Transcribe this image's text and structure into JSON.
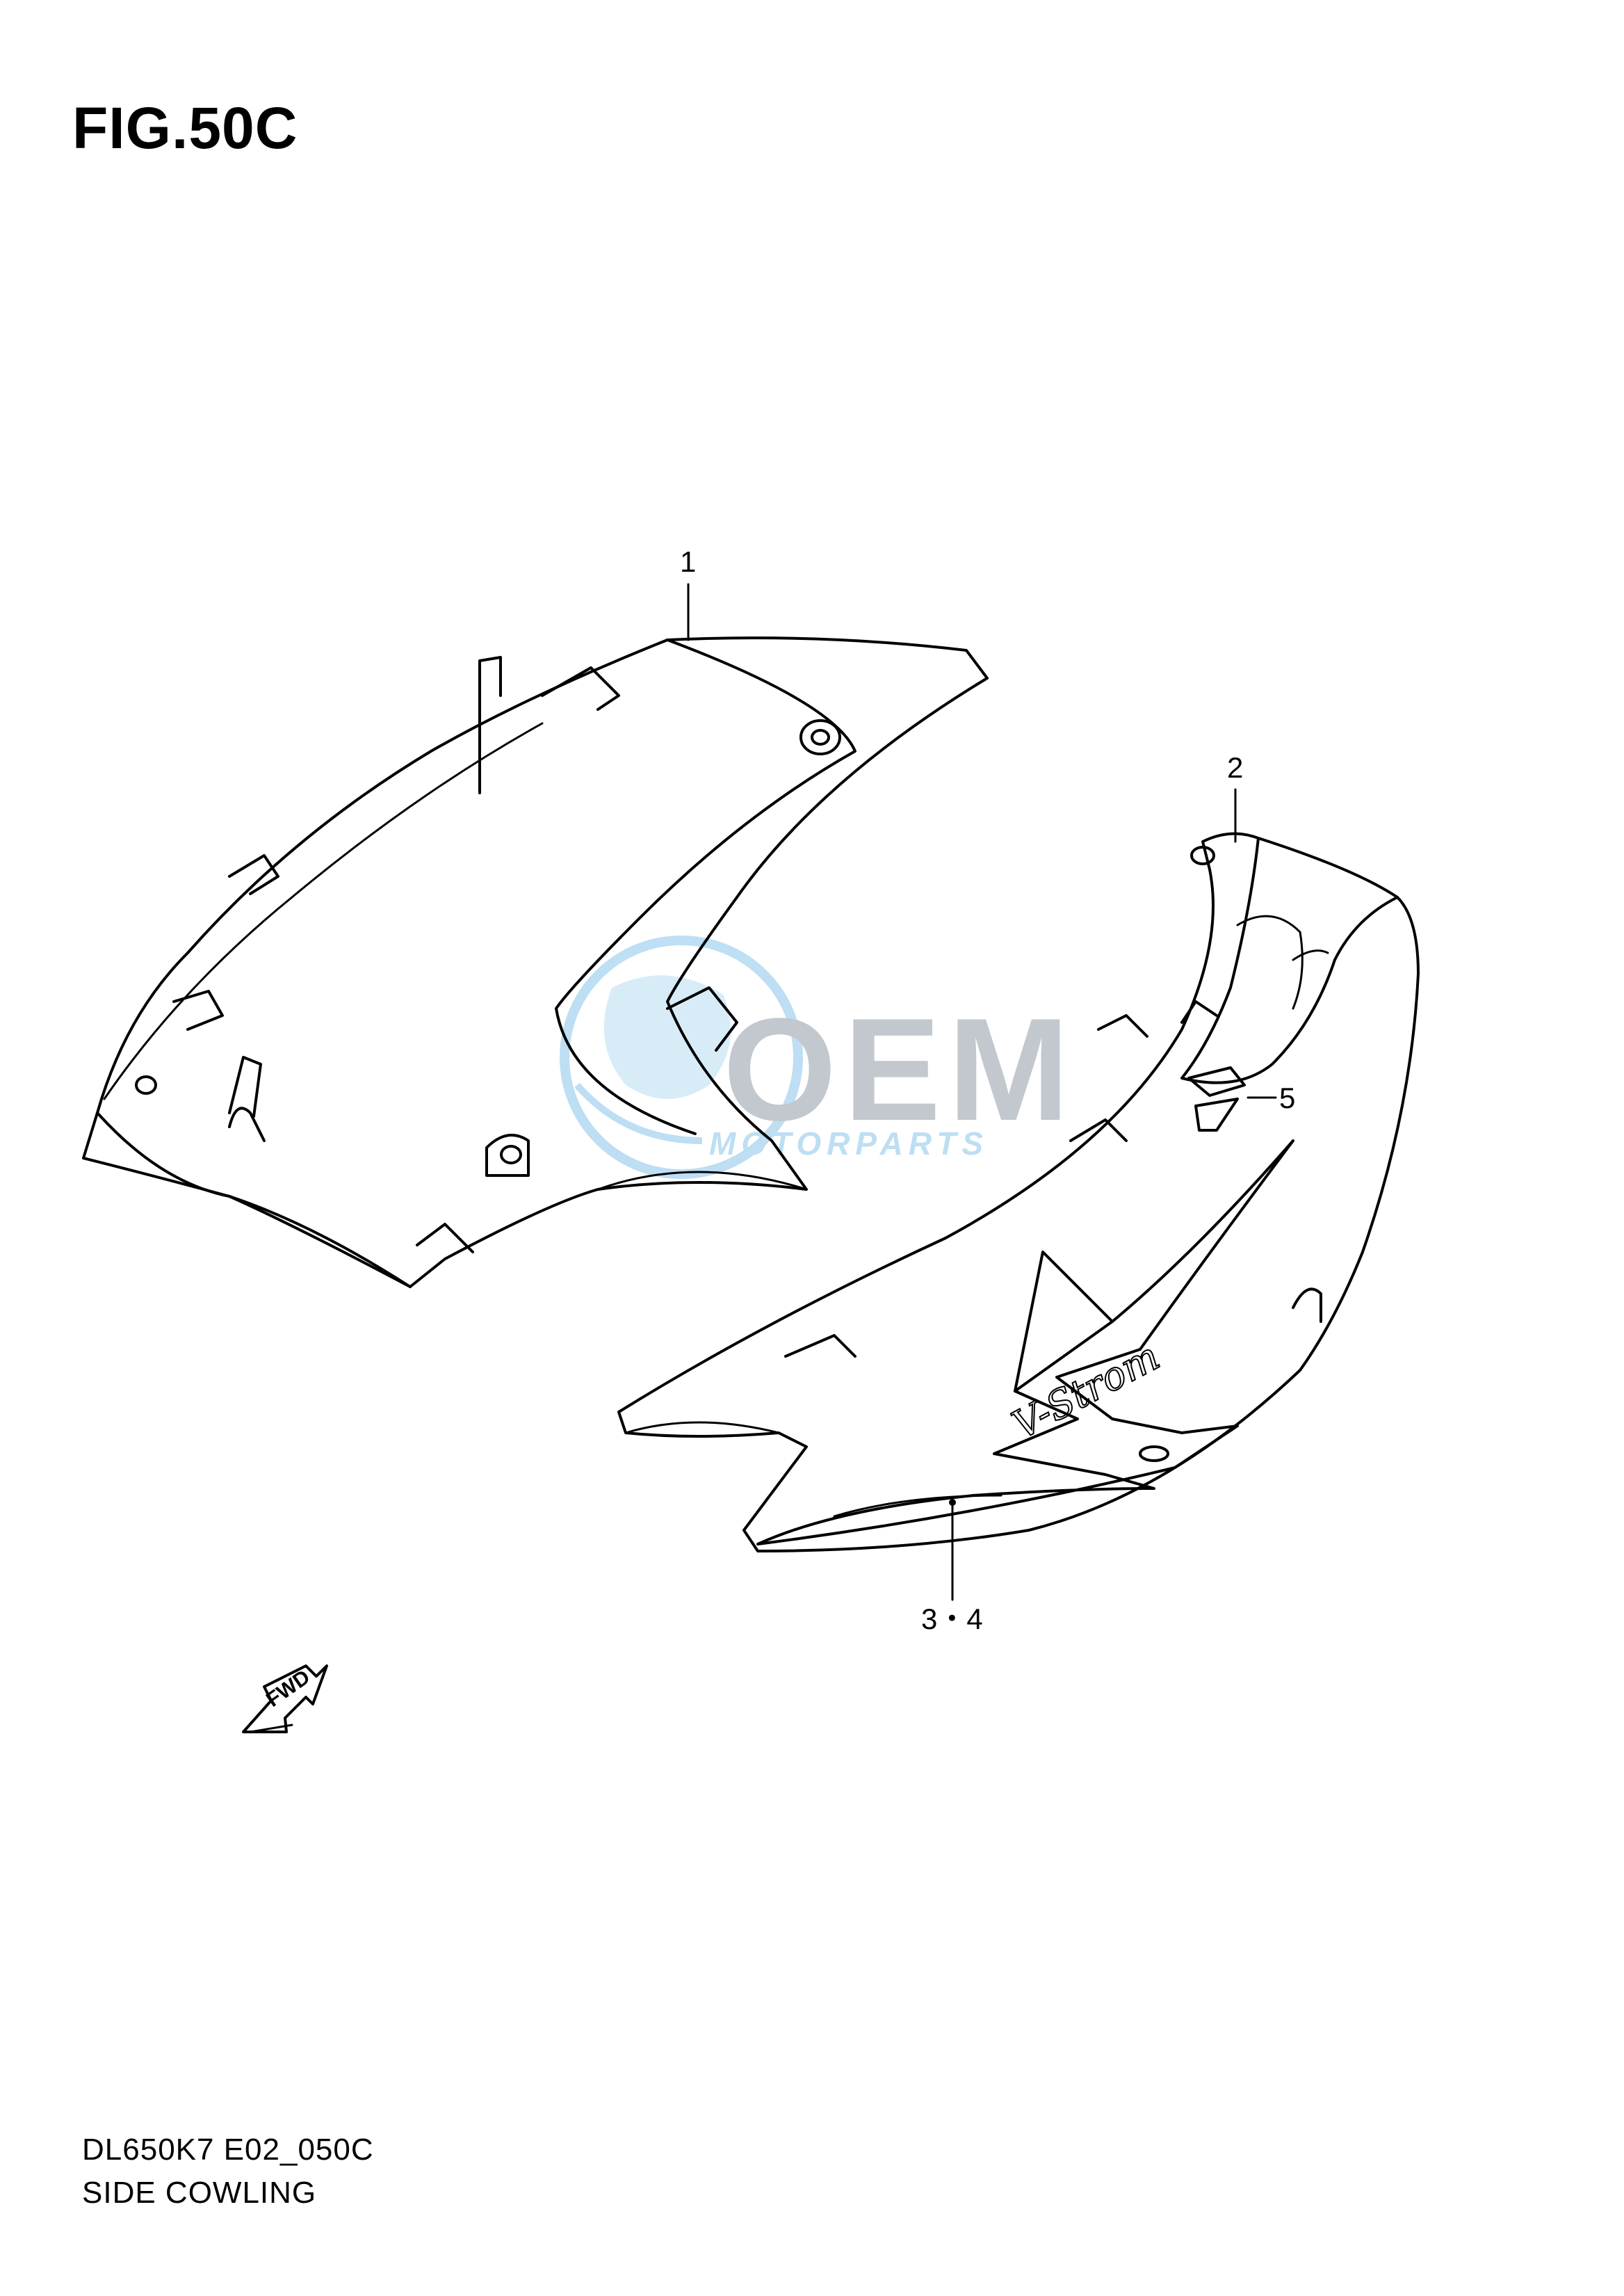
{
  "figure": {
    "title": "FIG.50C",
    "model_code": "DL650K7 E02_050C",
    "section_name": "SIDE COWLING"
  },
  "callouts": [
    {
      "id": "1",
      "label": "1"
    },
    {
      "id": "2",
      "label": "2"
    },
    {
      "id": "3-4",
      "label": "3・4"
    },
    {
      "id": "5",
      "label": "5"
    }
  ],
  "direction_marker": {
    "label": "FWD",
    "icon": "fwd-arrow-icon"
  },
  "watermark": {
    "logo": "OEM",
    "subtitle": "MOTORPARTS",
    "icon": "globe-icon",
    "color": "#6fb8e6"
  },
  "graphics": {
    "decal_text": "V-Strom"
  }
}
